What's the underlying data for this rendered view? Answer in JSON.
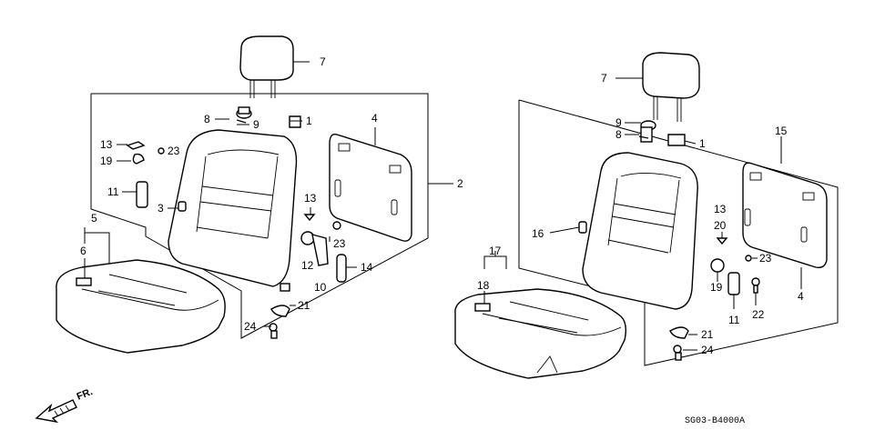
{
  "diagram": {
    "code": "SG03-B4000A",
    "direction_label": "FR.",
    "left_seat_callouts": [
      "7",
      "8",
      "9",
      "1",
      "4",
      "2",
      "13",
      "23",
      "19",
      "11",
      "3",
      "13",
      "23",
      "12",
      "10",
      "14",
      "5",
      "6",
      "21",
      "24"
    ],
    "right_seat_callouts": [
      "7",
      "9",
      "8",
      "1",
      "15",
      "13",
      "20",
      "16",
      "23",
      "17",
      "18",
      "19",
      "11",
      "22",
      "4",
      "21",
      "24"
    ]
  }
}
